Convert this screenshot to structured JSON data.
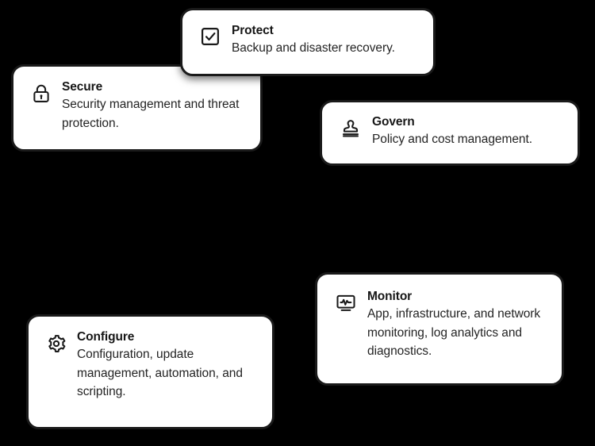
{
  "diagram": {
    "background_color": "#000000",
    "card_background_color": "#ffffff",
    "card_border_color": "#1a1a1a",
    "text_color": "#242424",
    "cards": [
      {
        "id": "protect",
        "icon": "checkbox-checked-icon",
        "title": "Protect",
        "description": "Backup and disaster recovery."
      },
      {
        "id": "secure",
        "icon": "padlock-icon",
        "title": "Secure",
        "description": "Security management and threat protection."
      },
      {
        "id": "govern",
        "icon": "rubber-stamp-icon",
        "title": "Govern",
        "description": "Policy and cost management."
      },
      {
        "id": "monitor",
        "icon": "monitor-pulse-icon",
        "title": "Monitor",
        "description": "App, infrastructure, and network monitoring, log analytics and diagnostics."
      },
      {
        "id": "configure",
        "icon": "gear-icon",
        "title": "Configure",
        "description": "Configuration, update management, automation, and scripting."
      }
    ]
  }
}
